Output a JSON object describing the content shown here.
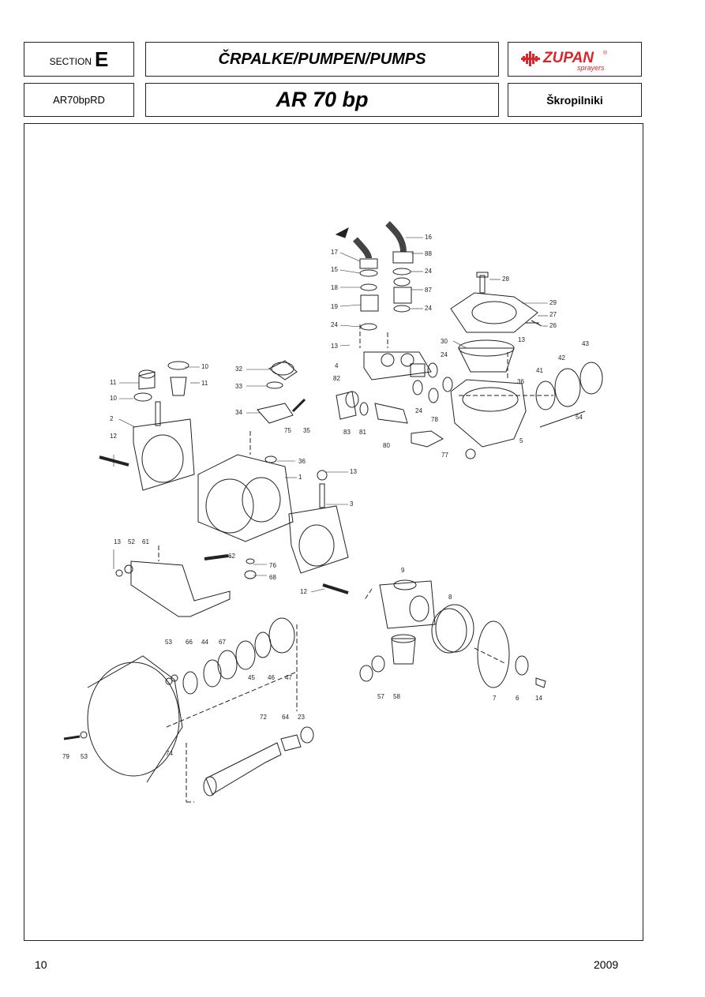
{
  "header": {
    "section_label": "SECTION",
    "section_letter": "E",
    "title": "ČRPALKE/PUMPEN/PUMPS",
    "logo_text": "ZUPAN",
    "logo_sub": "sprayers",
    "logo_reg": "®",
    "model_code": "AR70bpRD",
    "model_name": "AR 70 bp",
    "category": "Škropilniki"
  },
  "colors": {
    "brand_red": "#d8262c",
    "line": "#222222"
  },
  "diagram": {
    "part_labels": [
      "16",
      "17",
      "88",
      "15",
      "24",
      "28",
      "18",
      "87",
      "19",
      "24",
      "29",
      "27",
      "24",
      "26",
      "30",
      "13",
      "13",
      "43",
      "24",
      "42",
      "10",
      "4",
      "32",
      "11",
      "11",
      "41",
      "82",
      "33",
      "36",
      "10",
      "54",
      "24",
      "34",
      "2",
      "78",
      "75",
      "35",
      "83",
      "81",
      "80",
      "12",
      "5",
      "77",
      "36",
      "1",
      "13",
      "3",
      "13",
      "52",
      "61",
      "62",
      "76",
      "68",
      "12",
      "9",
      "8",
      "53",
      "66",
      "44",
      "67",
      "45",
      "46",
      "47",
      "57",
      "58",
      "7",
      "6",
      "14",
      "72",
      "64",
      "23",
      "79",
      "53",
      "74"
    ]
  },
  "footer": {
    "page_number": "10",
    "year": "2009"
  }
}
